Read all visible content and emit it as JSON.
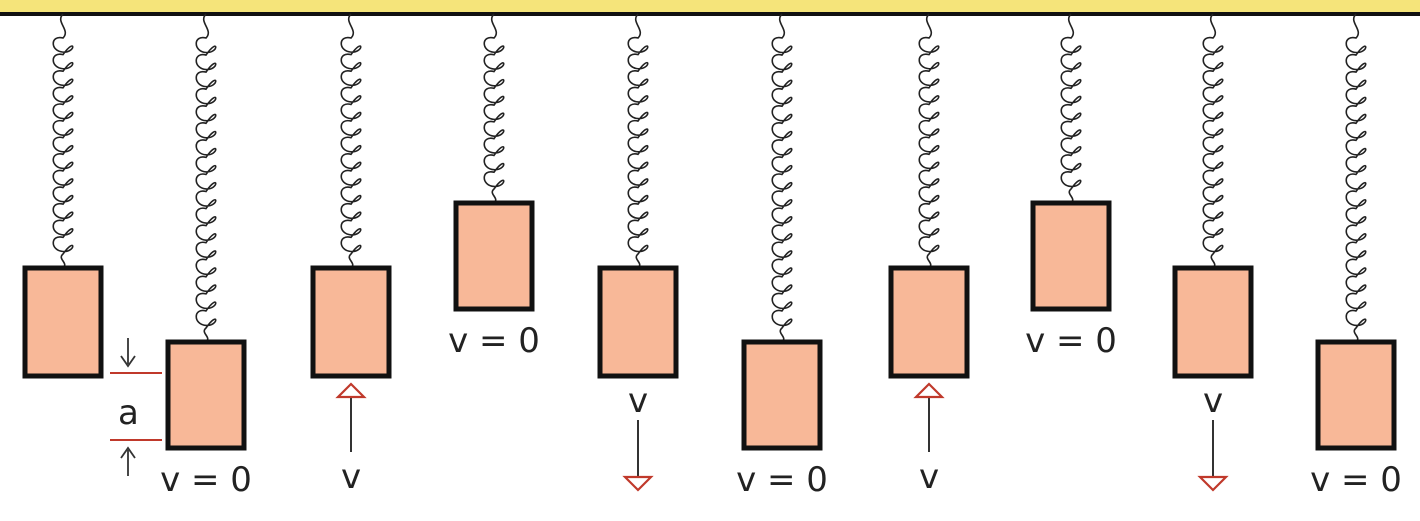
{
  "colors": {
    "ceiling_fill": "#f5e47a",
    "ceiling_line": "#111111",
    "block_fill": "#f8b898",
    "block_stroke": "#111111",
    "spring": "#222222",
    "arrow_up": "#c0392b",
    "arrow_down": "#c0392b",
    "amplitude_marker": "#c0392b"
  },
  "amplitude_label": "a",
  "frames": [
    {
      "id": 1,
      "position": "equilibrium",
      "label": "",
      "arrow": "none"
    },
    {
      "id": 2,
      "position": "bottom",
      "label": "v = 0",
      "arrow": "none"
    },
    {
      "id": 3,
      "position": "equilibrium",
      "label": "v",
      "arrow": "up"
    },
    {
      "id": 4,
      "position": "top",
      "label": "v = 0",
      "arrow": "none"
    },
    {
      "id": 5,
      "position": "equilibrium",
      "label": "v",
      "arrow": "down"
    },
    {
      "id": 6,
      "position": "bottom",
      "label": "v = 0",
      "arrow": "none"
    },
    {
      "id": 7,
      "position": "equilibrium",
      "label": "v",
      "arrow": "up"
    },
    {
      "id": 8,
      "position": "top",
      "label": "v = 0",
      "arrow": "none"
    },
    {
      "id": 9,
      "position": "equilibrium",
      "label": "v",
      "arrow": "down"
    },
    {
      "id": 10,
      "position": "bottom",
      "label": "v = 0",
      "arrow": "none"
    }
  ]
}
